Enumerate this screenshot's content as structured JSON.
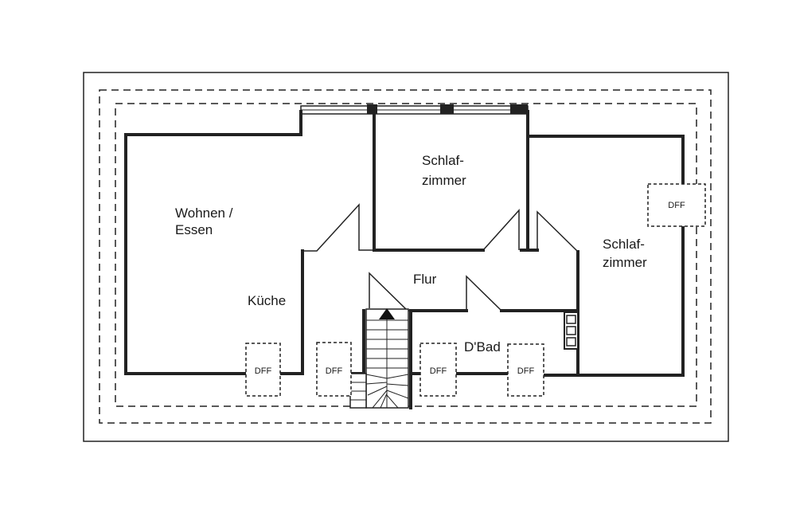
{
  "rooms": {
    "wohnen_line1": "Wohnen /",
    "wohnen_line2": "Essen",
    "kueche": "Küche",
    "schlaf_top_line1": "Schlaf-",
    "schlaf_top_line2": "zimmer",
    "schlaf_right_line1": "Schlaf-",
    "schlaf_right_line2": "zimmer",
    "flur": "Flur",
    "bad": "D'Bad"
  },
  "skylights": {
    "label": "DFF",
    "items": [
      "DFF",
      "DFF",
      "DFF",
      "DFF",
      "DFF"
    ]
  },
  "colors": {
    "wall": "#222222",
    "background": "#ffffff"
  }
}
